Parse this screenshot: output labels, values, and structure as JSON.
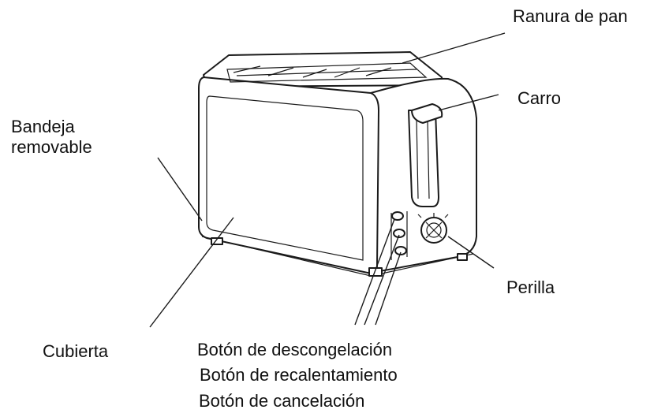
{
  "labels": {
    "bread_slot": "Ranura de pan",
    "carriage": "Carro",
    "removable_tray_line1": "Bandeja",
    "removable_tray_line2": "removable",
    "knob": "Perilla",
    "cover": "Cubierta",
    "defrost_button": "Botón de descongelación",
    "reheat_button": "Botón de recalentamiento",
    "cancel_button": "Botón de cancelación"
  }
}
